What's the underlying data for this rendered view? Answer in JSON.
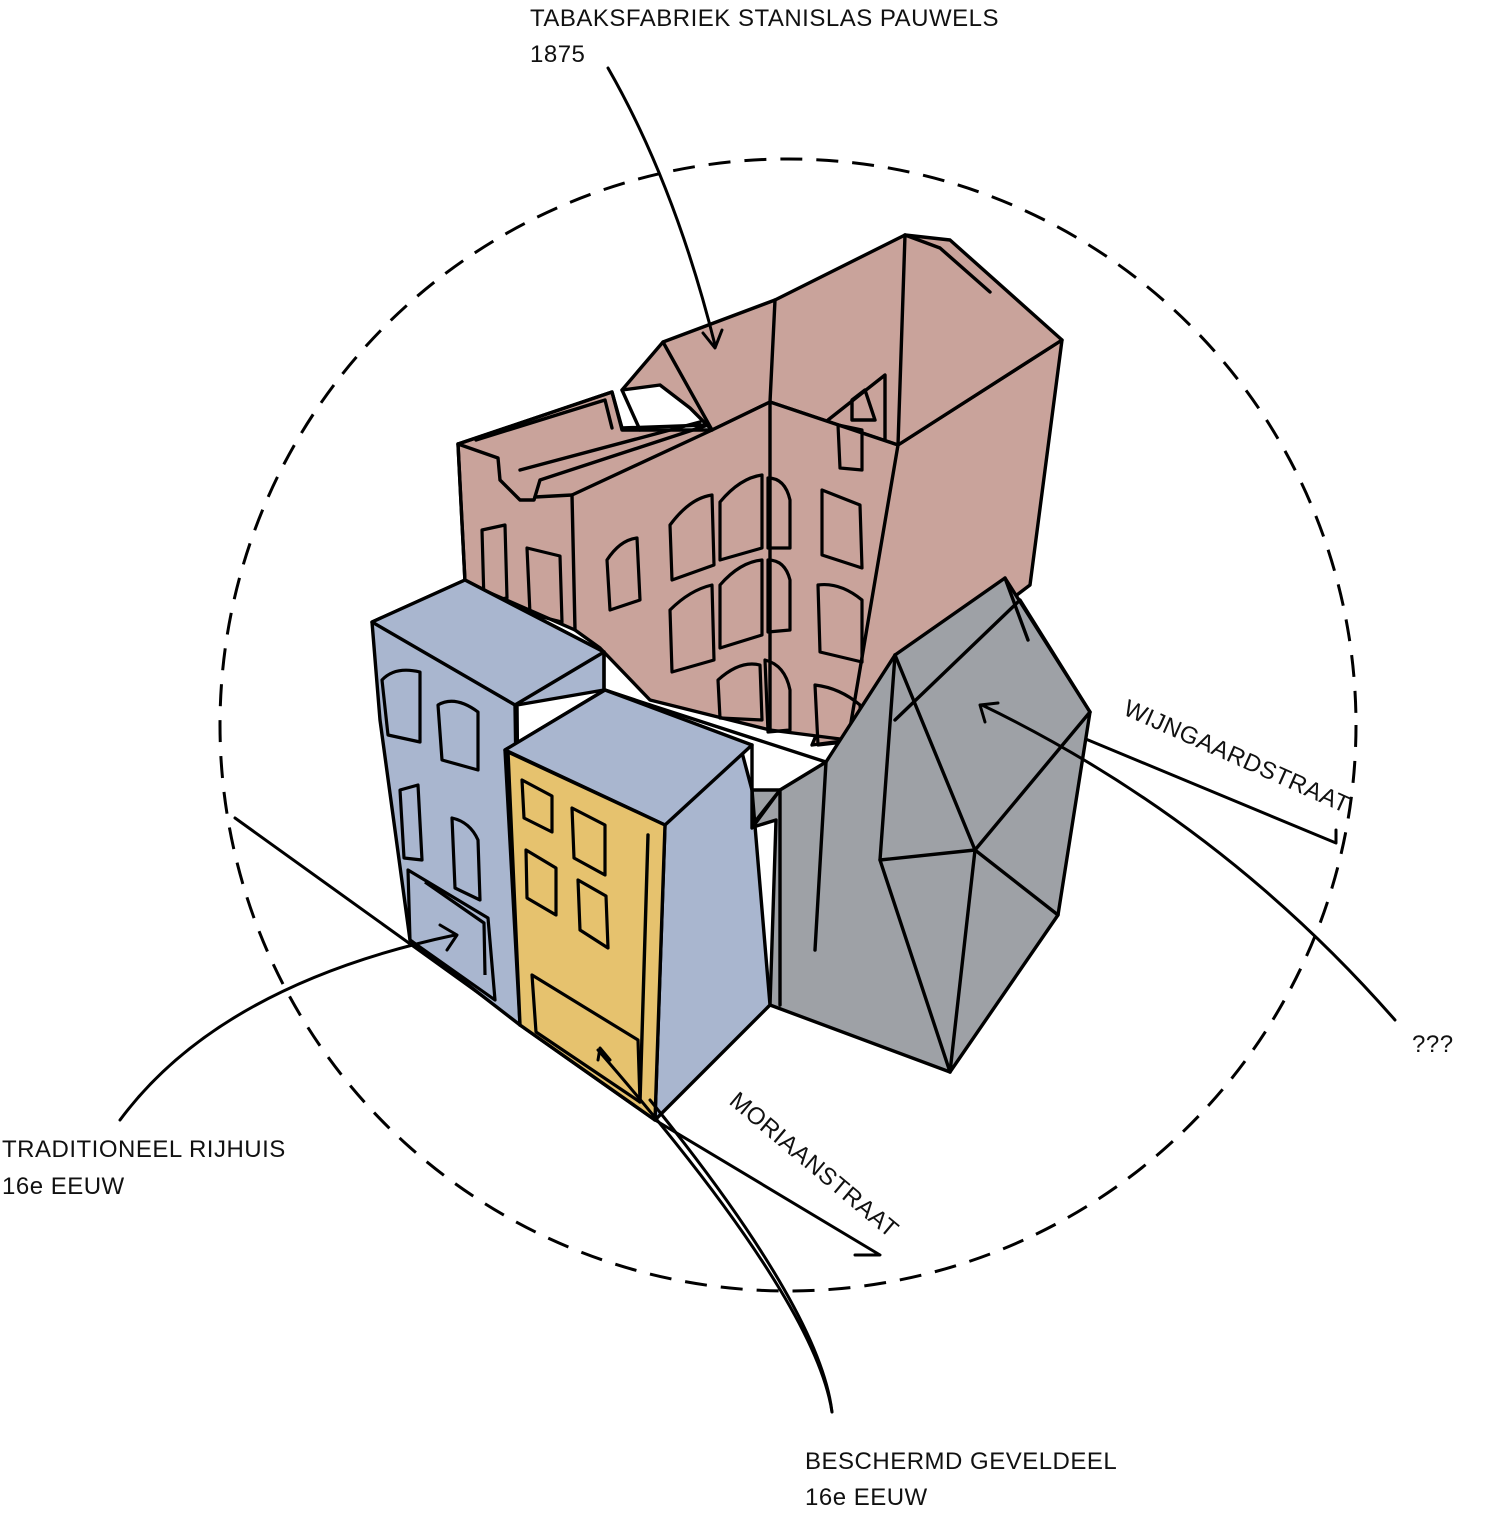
{
  "labels": {
    "factory_name": "TABAKSFABRIEK STANISLAS PAUWELS",
    "factory_year": "1875",
    "street_wijngaard": "WIJNGAARDSTRAAT",
    "unknown": "???",
    "rowhouse_name": "TRADITIONEEL RIJHUIS",
    "rowhouse_century": "16e EEUW",
    "street_moriaan": "MORIAANSTRAAT",
    "facade_name": "BESCHERMD GEVELDEEL",
    "facade_century": "16e EEUW"
  },
  "colors": {
    "factory": "#c9a39b",
    "rowhouse": "#a9b6cf",
    "facade": "#e6c26e",
    "unknown_building": "#9ea1a6",
    "line": "#000000",
    "background": "#ffffff"
  }
}
